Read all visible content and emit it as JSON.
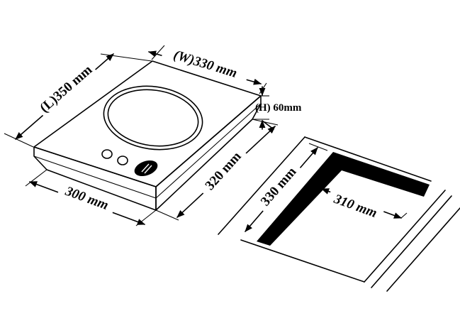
{
  "diagram": {
    "labels": {
      "length": "(L)350 mm",
      "width": "(W)330 mm",
      "height": "(H) 60mm",
      "front_width": "300 mm",
      "depth": "320 mm",
      "cutout_depth": "330 mm",
      "cutout_width": "310 mm"
    },
    "colors": {
      "line": "#000000",
      "background": "#ffffff"
    }
  }
}
